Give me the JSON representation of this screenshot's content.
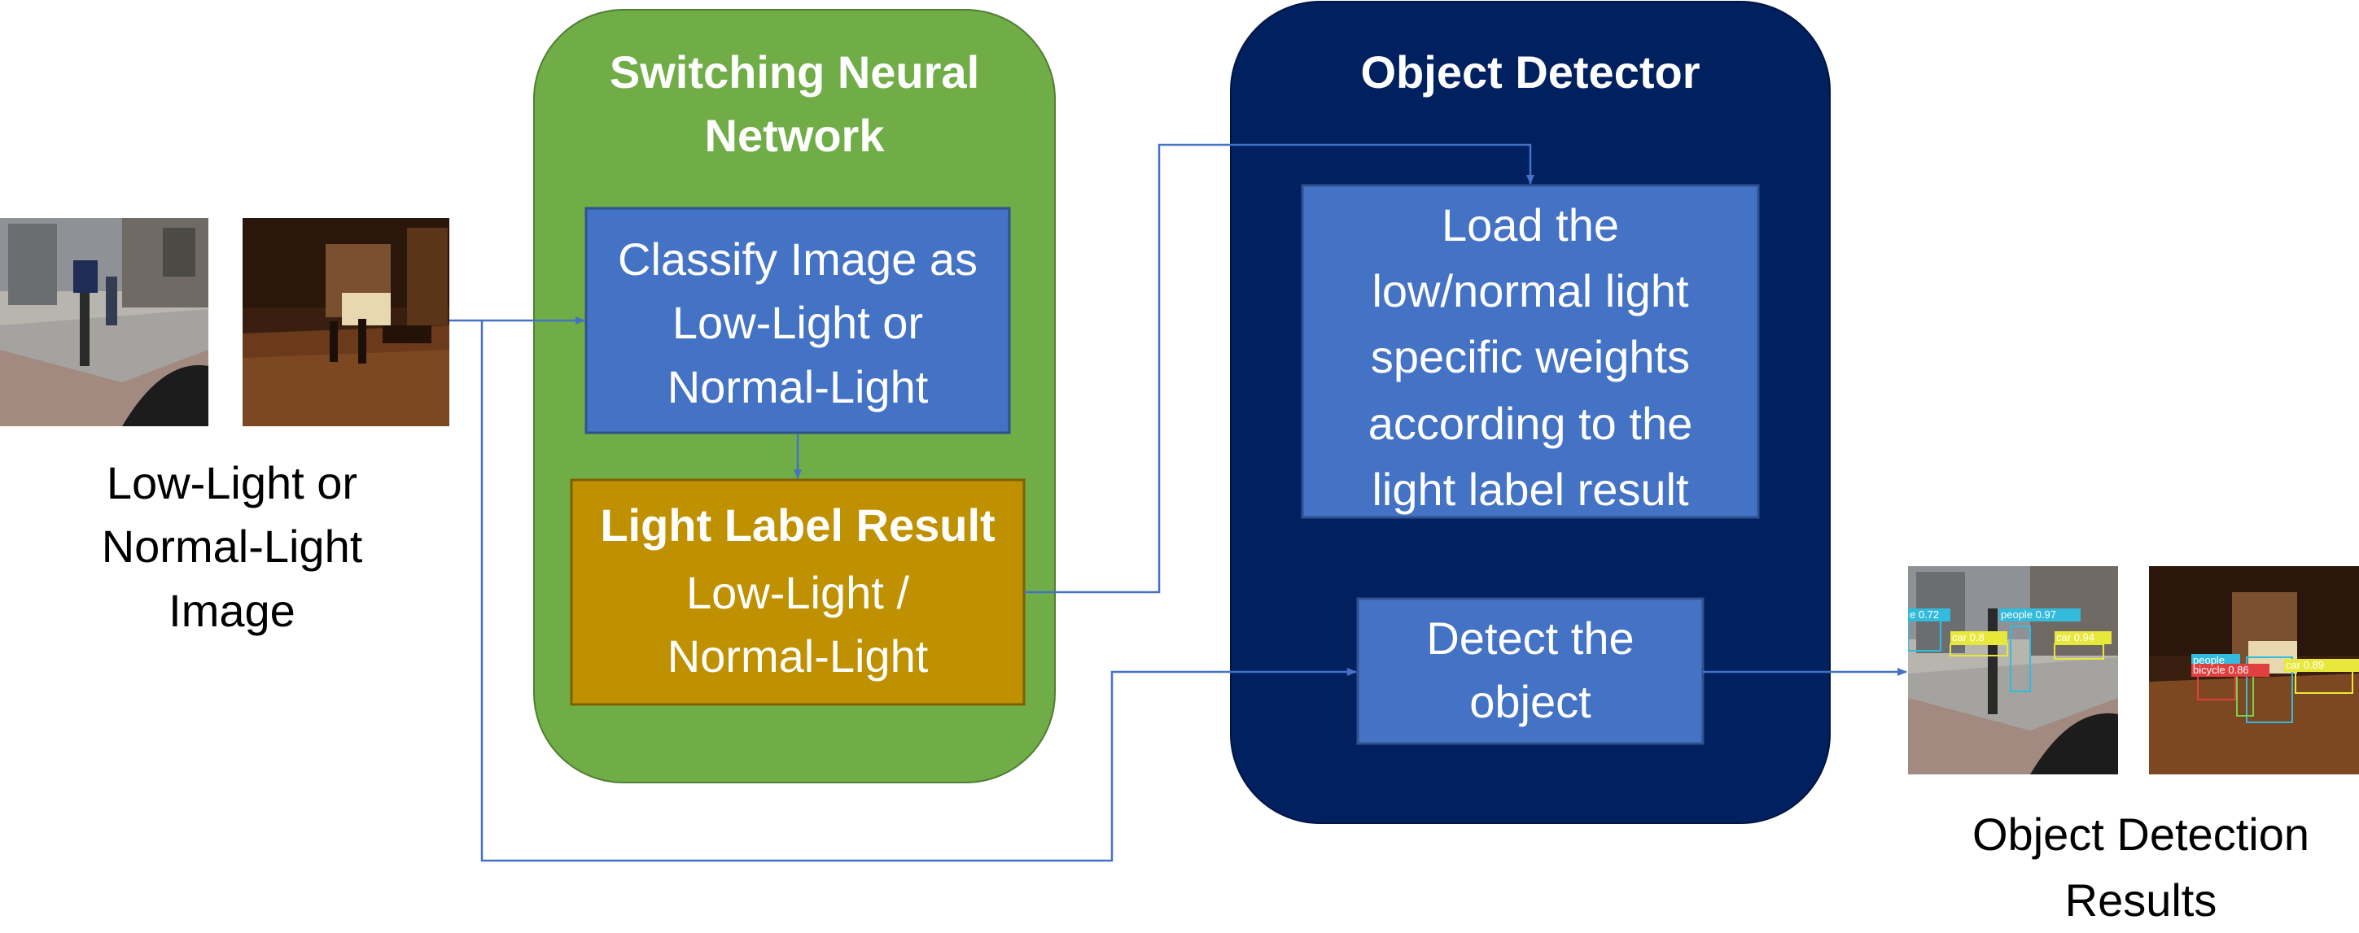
{
  "input": {
    "label": "Low-Light or\nNormal-Light\nImage",
    "thumbnails": [
      "day-street-photo",
      "night-street-photo"
    ]
  },
  "switching_network": {
    "title": "Switching Neural\nNetwork",
    "classify_box": "Classify Image as\nLow-Light or\nNormal-Light",
    "result_title": "Light Label Result",
    "result_text": "Low-Light /\nNormal-Light"
  },
  "object_detector": {
    "title": "Object Detector",
    "load_box": "Load the\nlow/normal light\nspecific weights\naccording to the\nlight label result",
    "detect_box": "Detect the\nobject"
  },
  "output": {
    "label": "Object Detection\nResults",
    "detection_tags_day": [
      "e 0.72",
      "people 0.97",
      "car 0.8",
      "car 0.94"
    ],
    "detection_tags_night": [
      "people",
      "bicycle 0.86",
      "car 0.89"
    ]
  },
  "colors": {
    "snn_panel": "#70ad47",
    "od_panel": "#002060",
    "process_box": "#4472c4",
    "result_box": "#bf9000",
    "arrow": "#4472c4"
  }
}
